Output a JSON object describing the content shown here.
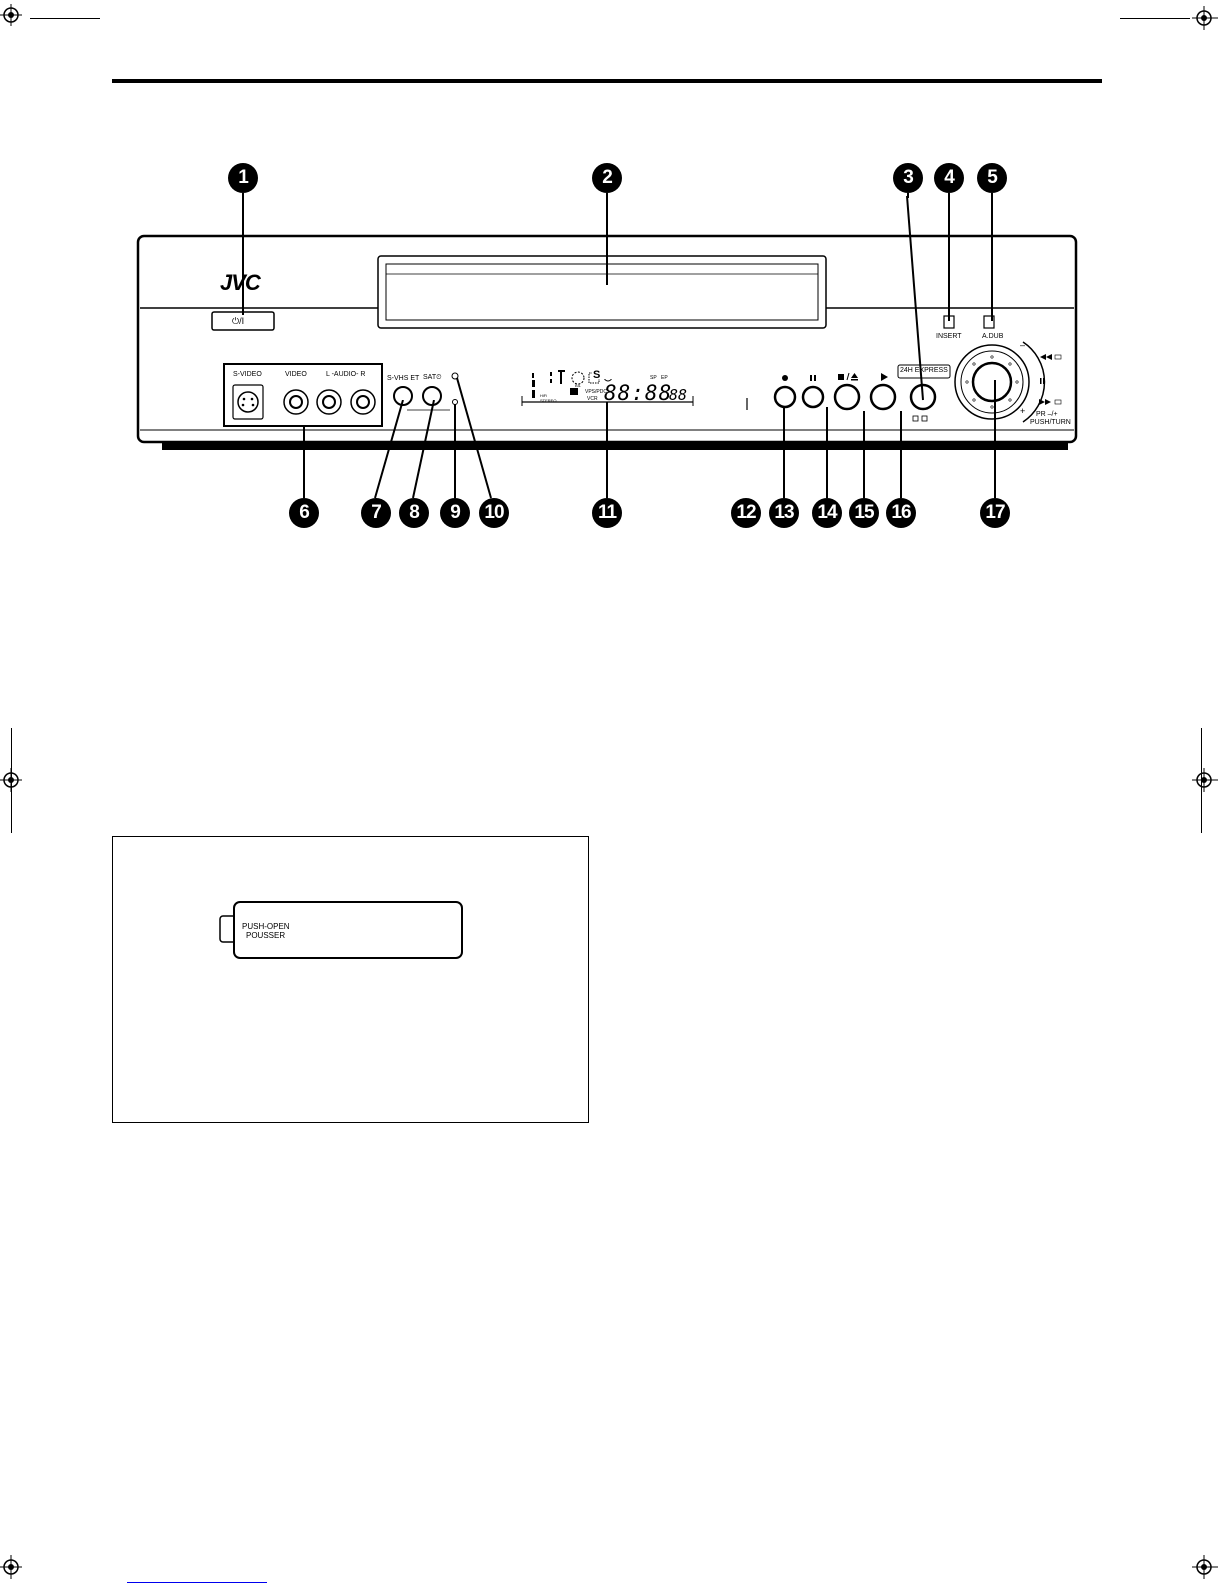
{
  "brand": "JVC",
  "front_panel": {
    "power_label": "⏻/I",
    "insert_label": "INSERT",
    "adub_label": "A.DUB",
    "s_video_label": "S-VIDEO",
    "video_label": "VIDEO",
    "audio_label": "L -AUDIO- R",
    "svhs_et_label": "S-VHS ET",
    "sat_label": "SAT⏲",
    "express_label": "24H EXPRESS",
    "pr_label": "PR –/+",
    "push_turn_label": "PUSH/TURN",
    "minus": "–",
    "plus": "+",
    "display": {
      "vcr": "VCR",
      "vps": "VPS/PDC",
      "sp": "SP",
      "ep": "EP",
      "digits": "88:88",
      "small_digits": "88",
      "s_vhs": "S",
      "hifi": "HiFi",
      "stereo": "STEREO",
      "bil": "BIL"
    }
  },
  "callouts": [
    "1",
    "2",
    "3",
    "4",
    "5",
    "6",
    "7",
    "8",
    "9",
    "10",
    "11",
    "12",
    "13",
    "14",
    "15",
    "16",
    "17"
  ],
  "battery": {
    "line1": "PUSH-OPEN",
    "line2": "POUSSER"
  }
}
